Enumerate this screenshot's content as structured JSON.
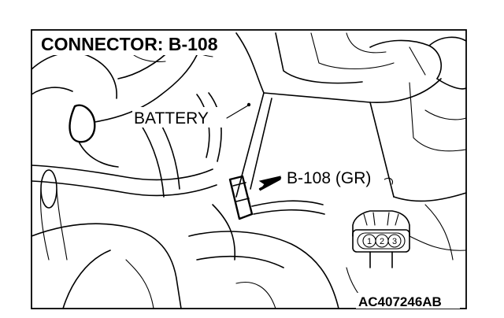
{
  "title": "CONNECTOR: B-108",
  "labels": {
    "battery": "BATTERY",
    "connector": "B-108 (GR)"
  },
  "connector_pins": [
    "1",
    "2",
    "3"
  ],
  "figure_code": "AC407246AB"
}
